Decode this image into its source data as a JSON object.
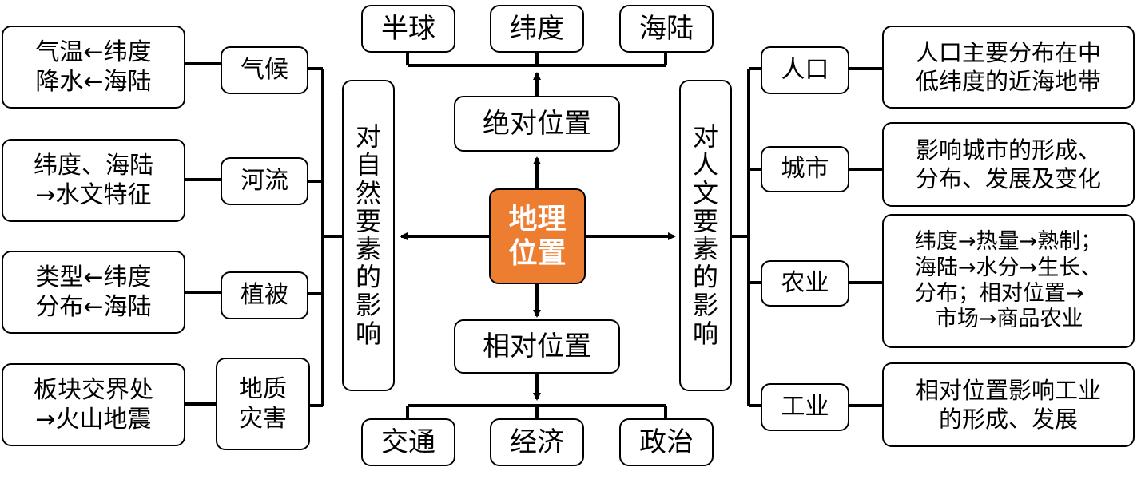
{
  "center": {
    "line1": "地理",
    "line2": "位置"
  },
  "absolute_position": "绝对位置",
  "relative_position": "相对位置",
  "absolute_factors": [
    "半球",
    "纬度",
    "海陆"
  ],
  "relative_factors": [
    "交通",
    "经济",
    "政治"
  ],
  "natural_heading": [
    "对",
    "自",
    "然",
    "要",
    "素",
    "的",
    "影",
    "响"
  ],
  "human_heading": [
    "对",
    "人",
    "文",
    "要",
    "素",
    "的",
    "影",
    "响"
  ],
  "natural_elements": [
    {
      "name": "气候",
      "detail_line1": "气温←纬度",
      "detail_line2": "降水←海陆"
    },
    {
      "name": "河流",
      "detail_line1": "纬度、海陆",
      "detail_line2": "→水文特征"
    },
    {
      "name": "植被",
      "detail_line1": "类型←纬度",
      "detail_line2": "分布←海陆"
    },
    {
      "name_line1": "地质",
      "name_line2": "灾害",
      "detail_line1": "板块交界处",
      "detail_line2": "→火山地震"
    }
  ],
  "human_elements": [
    {
      "name": "人口",
      "detail_lines": [
        "人口主要分布在中",
        "低纬度的近海地带"
      ]
    },
    {
      "name": "城市",
      "detail_lines": [
        "影响城市的形成、",
        "分布、发展及变化"
      ]
    },
    {
      "name": "农业",
      "detail_lines": [
        "纬度→热量→熟制；",
        "海陆→水分→生长、",
        "分布；相对位置→",
        "市场→商品农业"
      ]
    },
    {
      "name": "工业",
      "detail_lines": [
        "相对位置影响工业",
        "的形成、发展"
      ]
    }
  ]
}
